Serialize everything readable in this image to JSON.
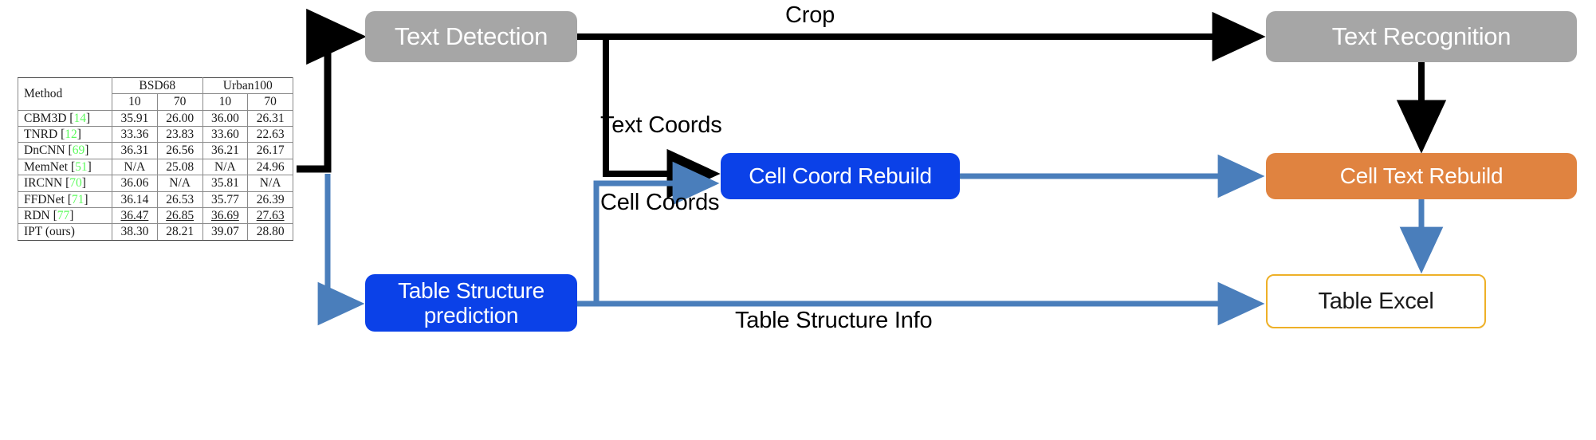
{
  "diagram": {
    "nodes": {
      "text_detection": {
        "label": "Text Detection",
        "color": "#a6a6a6"
      },
      "text_recognition": {
        "label": "Text Recognition",
        "color": "#a6a6a6"
      },
      "cell_coord_rebuild": {
        "label": "Cell Coord Rebuild",
        "color": "#0b41e8"
      },
      "cell_text_rebuild": {
        "label": "Cell Text Rebuild",
        "color": "#e08340"
      },
      "table_structure_prediction": {
        "label_line1": "Table Structure",
        "label_line2": "prediction",
        "color": "#0b41e8"
      },
      "table_excel": {
        "label": "Table Excel",
        "color": "#ffffff",
        "border_color": "#eeb027"
      }
    },
    "edge_labels": {
      "crop": "Crop",
      "text_coords": "Text Coords",
      "cell_coords": "Cell Coords",
      "table_structure_info": "Table Structure Info"
    },
    "edge_colors": {
      "black": "#000000",
      "blue": "#4a7ebb"
    }
  },
  "input_table": {
    "group_headers": [
      "Method",
      "BSD68",
      "Urban100"
    ],
    "sub_headers": [
      "10",
      "70",
      "10",
      "70"
    ],
    "rows": [
      {
        "method": "CBM3D",
        "ref": "14",
        "values": [
          "35.91",
          "26.00",
          "36.00",
          "26.31"
        ],
        "style": "normal"
      },
      {
        "method": "TNRD",
        "ref": "12",
        "values": [
          "33.36",
          "23.83",
          "33.60",
          "22.63"
        ],
        "style": "normal"
      },
      {
        "method": "DnCNN",
        "ref": "69",
        "values": [
          "36.31",
          "26.56",
          "36.21",
          "26.17"
        ],
        "style": "normal"
      },
      {
        "method": "MemNet",
        "ref": "51",
        "values": [
          "N/A",
          "25.08",
          "N/A",
          "24.96"
        ],
        "style": "normal"
      },
      {
        "method": "IRCNN",
        "ref": "70",
        "values": [
          "36.06",
          "N/A",
          "35.81",
          "N/A"
        ],
        "style": "normal"
      },
      {
        "method": "FFDNet",
        "ref": "71",
        "values": [
          "36.14",
          "26.53",
          "35.77",
          "26.39"
        ],
        "style": "normal"
      },
      {
        "method": "RDN",
        "ref": "77",
        "values": [
          "36.47",
          "26.85",
          "36.69",
          "27.63"
        ],
        "style": "underline"
      },
      {
        "method": "IPT (ours)",
        "ref": "",
        "values": [
          "38.30",
          "28.21",
          "39.07",
          "28.80"
        ],
        "style": "bold"
      }
    ],
    "ref_color": "#5dfb5d"
  }
}
